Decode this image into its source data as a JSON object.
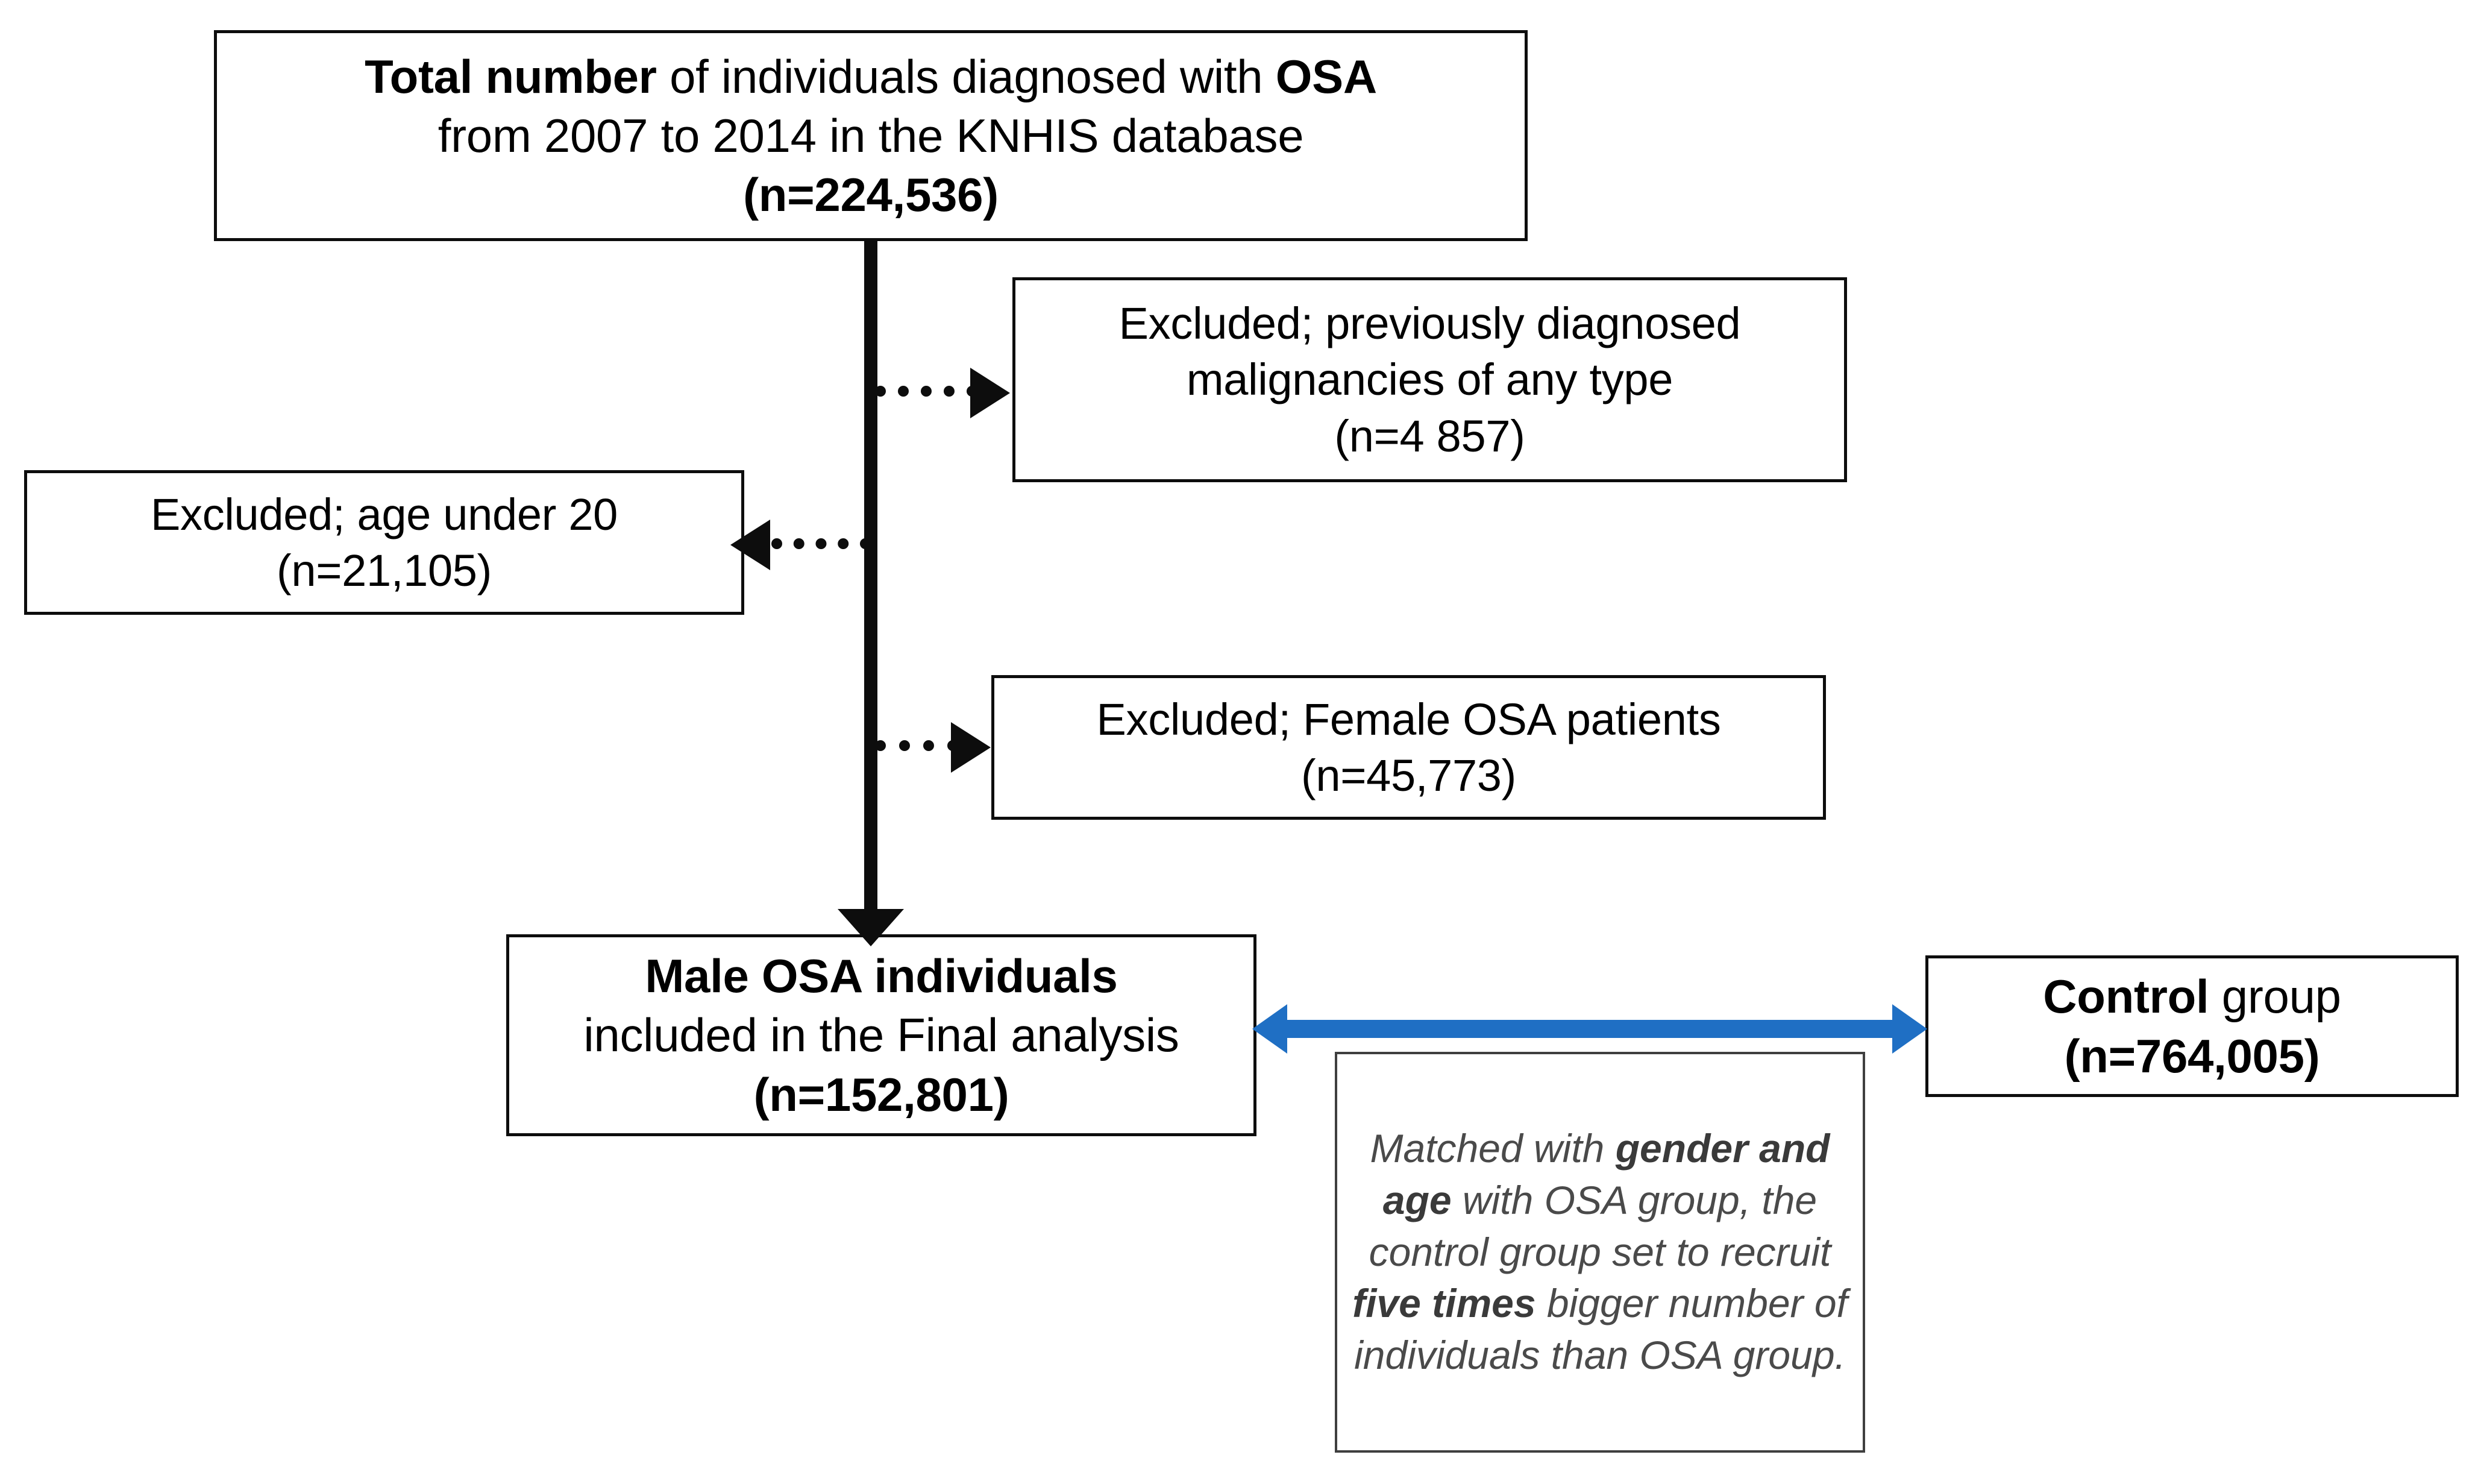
{
  "diagram": {
    "title": "OSA cohort selection flow diagram",
    "accent_blue": "#1F6FC4",
    "line_color": "#0D0D0D",
    "note_text_color": "#4A4A4A"
  },
  "boxes": {
    "total": {
      "line1_bold_a": "Total number",
      "line1_mid": " of individuals diagnosed with ",
      "line1_bold_b": "OSA",
      "line2": "from 2007 to 2014 in the KNHIS database",
      "line3": "(n=224,536)"
    },
    "excluded_malignancy": {
      "line1": "Excluded; previously diagnosed",
      "line2": "malignancies of any type",
      "line3": "(n=4 857)"
    },
    "excluded_age": {
      "line1": "Excluded; age under 20",
      "line2": "(n=21,105)"
    },
    "excluded_female": {
      "line1": "Excluded; Female OSA patients",
      "line2": "(n=45,773)"
    },
    "male_osa": {
      "line1": "Male OSA individuals",
      "line2": "included in the Final analysis",
      "line3": "(n=152,801)"
    },
    "control": {
      "line1_bold": "Control",
      "line1_rest": " group",
      "line2": "(n=764,005)"
    },
    "note": {
      "seg1": "Matched with ",
      "seg2_bold": "gender and age",
      "seg3": " with OSA group, the control group set to recruit ",
      "seg4_bold": "five times",
      "seg5": " bigger number of individuals than OSA group."
    }
  },
  "connectors": {
    "main_arrow": "solid-down-arrow",
    "to_malignancy": "dotted-right-arrow",
    "to_age": "dotted-left-arrow",
    "to_female": "dotted-right-arrow",
    "osa_control_link": "blue-double-headed-arrow"
  }
}
